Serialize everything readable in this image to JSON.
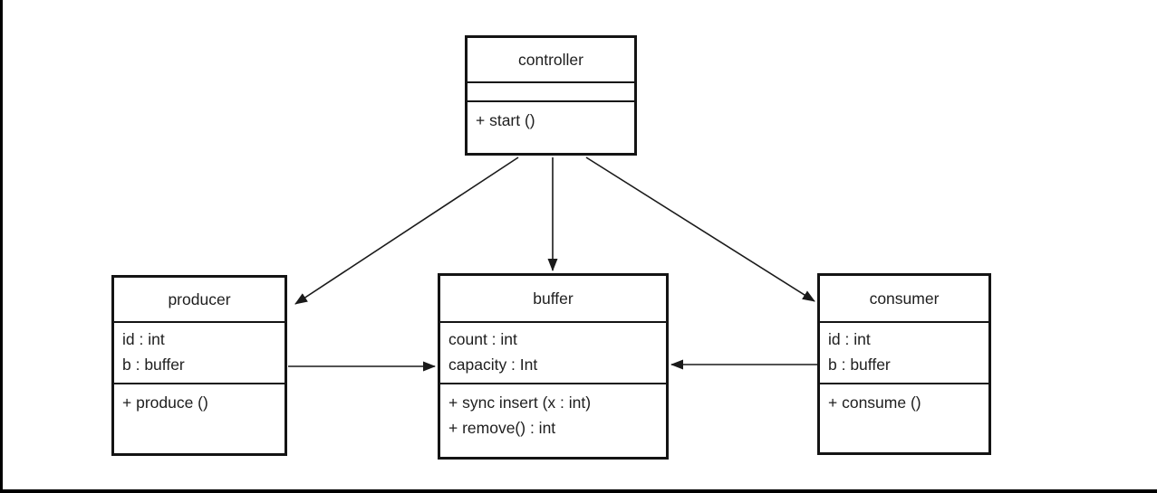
{
  "page": {
    "background": "#ffffff",
    "frame_edge_color": "#000000"
  },
  "diagram": {
    "type": "uml-class-diagram",
    "line_color": "#1a1a1a",
    "box_fill": "#ffffff",
    "text_color": "#1e1e1e",
    "classes": {
      "controller": {
        "name": "controller",
        "attributes": [],
        "methods": [
          "+ start ()"
        ]
      },
      "producer": {
        "name": "producer",
        "attributes": [
          "id : int",
          "b : buffer"
        ],
        "methods": [
          "+ produce ()"
        ]
      },
      "buffer": {
        "name": "buffer",
        "attributes": [
          "count : int",
          "capacity : Int"
        ],
        "methods": [
          "+ sync insert (x : int)",
          "+ remove() : int"
        ]
      },
      "consumer": {
        "name": "consumer",
        "attributes": [
          "id : int",
          "b : buffer"
        ],
        "methods": [
          "+ consume ()"
        ]
      }
    },
    "relations": [
      {
        "from": "controller",
        "to": "producer",
        "style": "solid-filled-arrow"
      },
      {
        "from": "controller",
        "to": "buffer",
        "style": "solid-filled-arrow"
      },
      {
        "from": "controller",
        "to": "consumer",
        "style": "solid-filled-arrow"
      },
      {
        "from": "producer",
        "to": "buffer",
        "style": "solid-filled-arrow"
      },
      {
        "from": "consumer",
        "to": "buffer",
        "style": "solid-filled-arrow"
      }
    ]
  }
}
